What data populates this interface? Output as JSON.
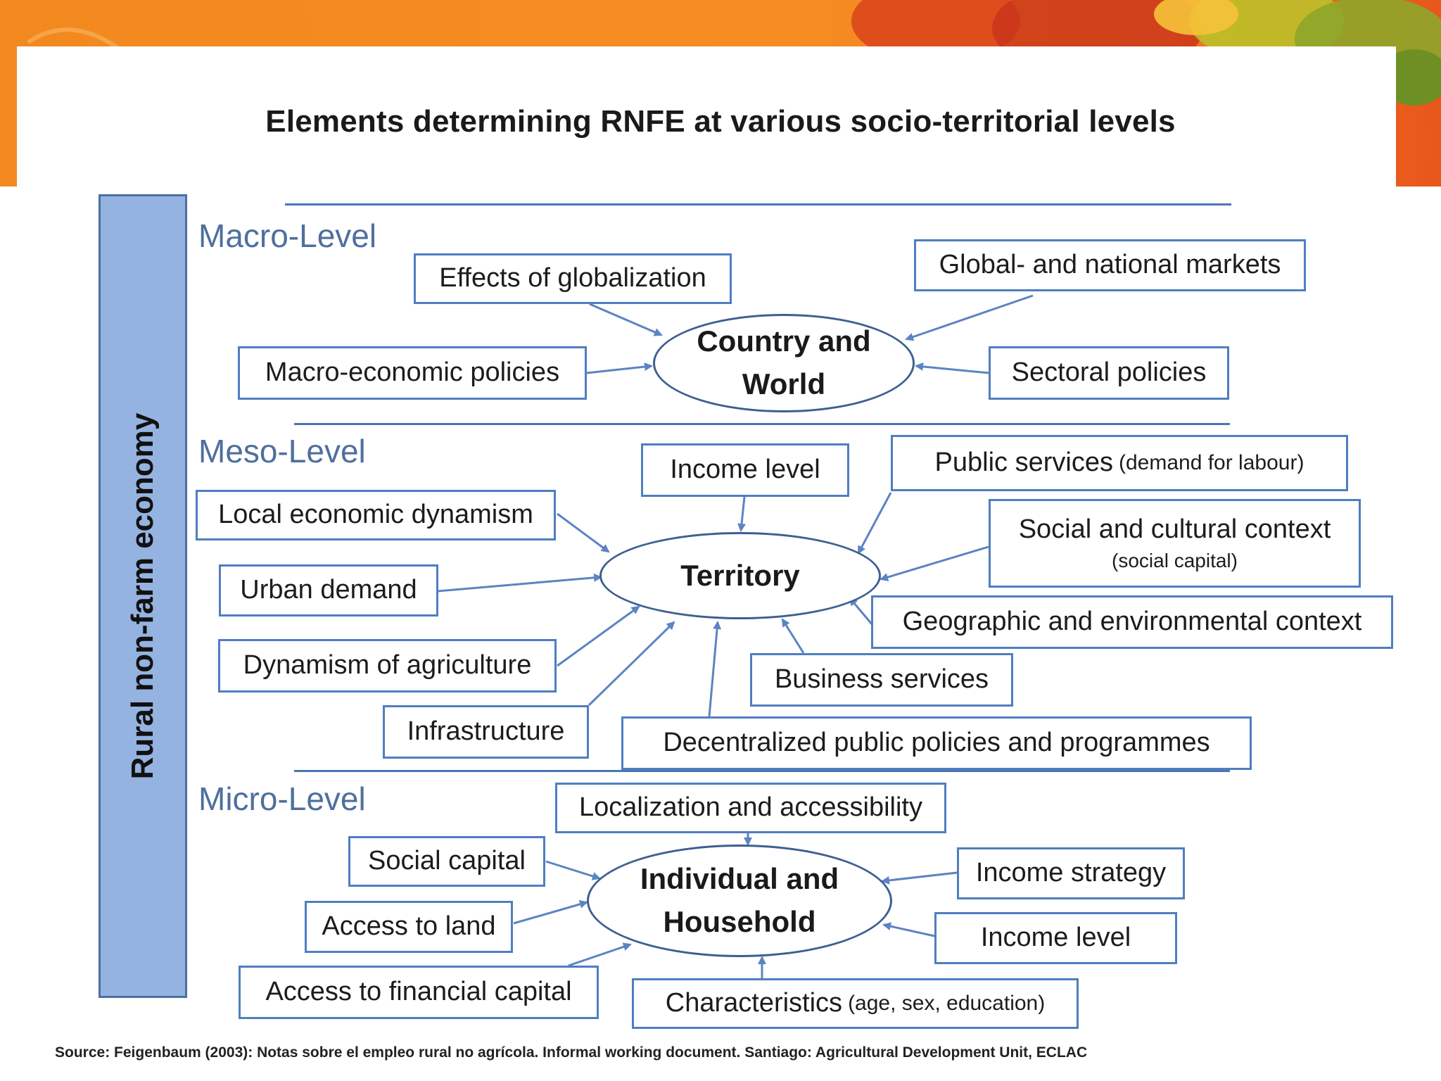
{
  "title": "Elements determining RNFE at various socio-territorial levels",
  "side_label": "Rural non-farm economy",
  "levels": {
    "macro": {
      "label": "Macro-Level",
      "center": [
        "Country and",
        "World"
      ],
      "factors": {
        "globalization": "Effects of globalization",
        "markets": "Global- and national markets",
        "macro_policies": "Macro-economic policies",
        "sectoral": "Sectoral policies"
      }
    },
    "meso": {
      "label": "Meso-Level",
      "center": "Territory",
      "factors": {
        "income_level": "Income level",
        "public_services": "Public services",
        "public_services_note": "(demand for labour)",
        "local_dynamism": "Local economic dynamism",
        "social_context": "Social and cultural context",
        "social_context_note": "(social capital)",
        "urban_demand": "Urban demand",
        "geographic": "Geographic and environmental context",
        "agriculture": "Dynamism of agriculture",
        "business": "Business services",
        "infrastructure": "Infrastructure",
        "decentralized": "Decentralized public policies and programmes"
      }
    },
    "micro": {
      "label": "Micro-Level",
      "center": [
        "Individual and",
        "Household"
      ],
      "factors": {
        "localization": "Localization and accessibility",
        "social_capital": "Social capital",
        "income_strategy": "Income strategy",
        "land": "Access to land",
        "income_level": "Income level",
        "financial": "Access to financial capital",
        "characteristics": "Characteristics",
        "characteristics_note": "(age, sex, education)"
      }
    }
  },
  "source": "Source: Feigenbaum (2003): Notas sobre el empleo rural no agrícola. Informal working document. Santiago: Agricultural Development Unit, ECLAC",
  "colors": {
    "background_band": "#f58d22",
    "side_bar": "#95b3e0",
    "box_border": "#4f7ec0",
    "level_label": "#4f6f9e",
    "arrow": "#5b84c2"
  }
}
